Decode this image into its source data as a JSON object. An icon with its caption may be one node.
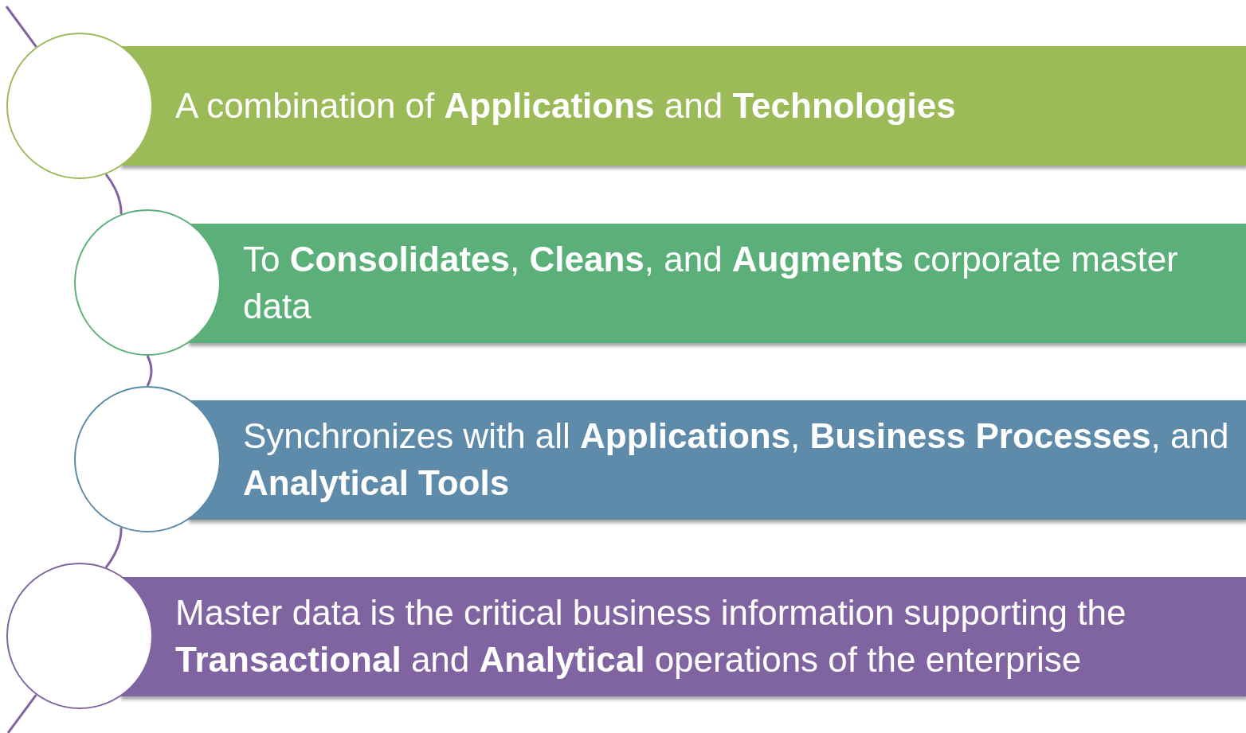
{
  "diagram": {
    "nodes": [
      {
        "text": [],
        "shape": "circle"
      },
      {
        "text": [
          "A combination of **Applications** and **Technologies**"
        ]
      },
      {
        "text": [],
        "shape": "circle"
      },
      {
        "text": [
          "To **Consolidates**, **Cleans**, and **Augments** corporate master data"
        ]
      },
      {
        "text": [],
        "shape": "circle"
      },
      {
        "text": [
          "Synchronizes with all **Applications**, **Business Processes**, and **Analytical Tools**"
        ]
      },
      {
        "text": [],
        "shape": "circle"
      },
      {
        "text": [
          "Master data is the critical business information supporting the **Transactional** and **Analytical** operations of the enterprise"
        ]
      }
    ],
    "edges": [
      {
        "from": null,
        "to": 0,
        "arrow": "none"
      },
      {
        "from": 0,
        "to": 2,
        "arrow": "none"
      },
      {
        "from": 2,
        "to": 4,
        "arrow": "none"
      },
      {
        "from": 4,
        "to": 6,
        "arrow": "none"
      },
      {
        "from": 6,
        "to": null,
        "arrow": "none"
      }
    ]
  }
}
